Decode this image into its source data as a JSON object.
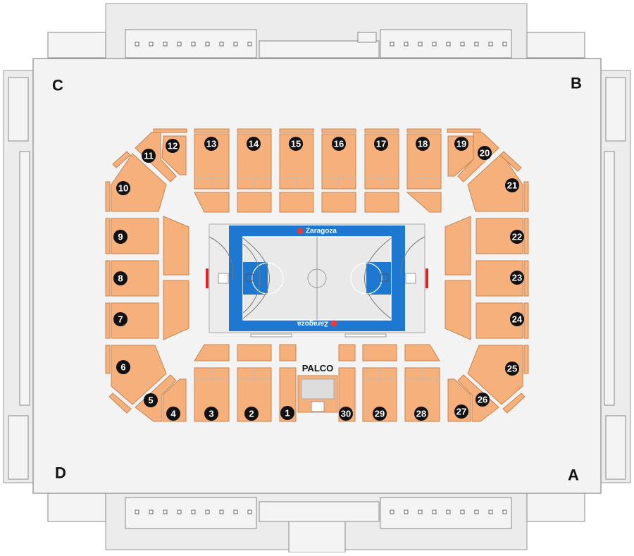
{
  "corners": {
    "a": "A",
    "b": "B",
    "c": "C",
    "d": "D"
  },
  "palco_label": "PALCO",
  "court_brand": "Zaragoza",
  "colors": {
    "section": "#f6b07b",
    "court": "#1e78d2",
    "badge": "#111111"
  },
  "sections": [
    "1",
    "2",
    "3",
    "4",
    "5",
    "6",
    "7",
    "8",
    "9",
    "10",
    "11",
    "12",
    "13",
    "14",
    "15",
    "16",
    "17",
    "18",
    "19",
    "20",
    "21",
    "22",
    "23",
    "24",
    "25",
    "26",
    "27",
    "28",
    "29",
    "30"
  ]
}
